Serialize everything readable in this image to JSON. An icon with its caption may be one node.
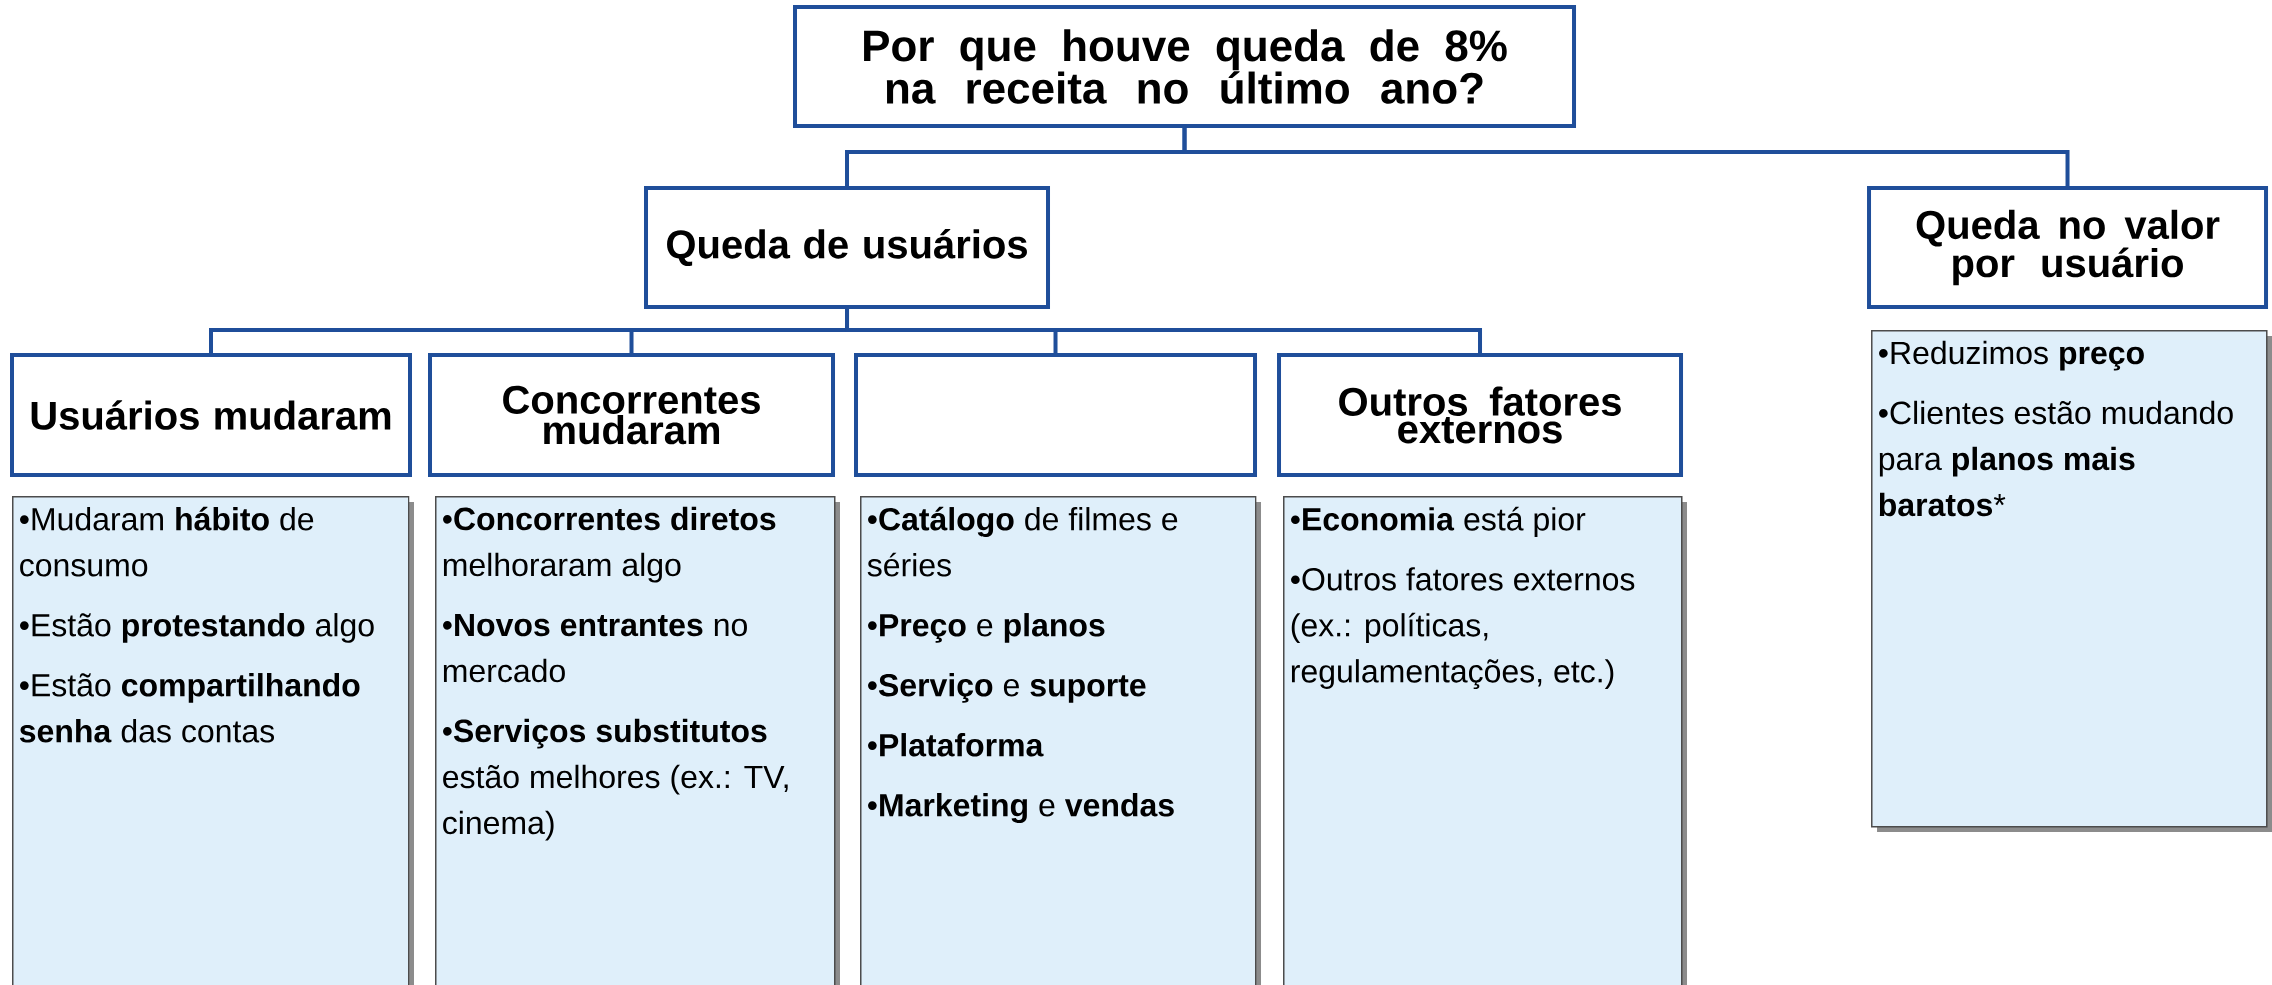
{
  "diagram": {
    "nodes": [
      {
        "text": [
          "Por que houve queda de 8% na receita no último ano?"
        ]
      },
      {
        "text": [
          "Queda de usuários"
        ]
      },
      {
        "text": [
          "Queda no valor por usuário"
        ]
      },
      {
        "text": [
          "Usuários mudaram"
        ]
      },
      {
        "text": [
          "Concorrentes mudaram"
        ]
      },
      {
        "text": [],
        "shape": "box"
      },
      {
        "text": [
          "Outros fatores externos"
        ]
      },
      {
        "text": [
          "•Mudaram **hábito** de consumo",
          "•Estão **protestando** algo",
          "•Estão **compartilhando senha** das contas"
        ]
      },
      {
        "text": [
          "•**Concorrentes diretos** melhoraram algo",
          "•**Novos entrantes** no mercado",
          "•**Serviços substitutos** estão melhores (ex.: TV, cinema)"
        ]
      },
      {
        "text": [
          "•**Catálogo** de filmes e séries",
          "•**Preço** e **planos**",
          "•**Serviço** e **suporte**",
          "•**Plataforma**",
          "•**Marketing** e **vendas**"
        ]
      },
      {
        "text": [
          "•**Economia** está pior",
          "•Outros fatores externos (ex.: políticas, regulamentações, etc.)"
        ]
      },
      {
        "text": [
          "•Reduzimos **preço**",
          "•Clientes estão mudando para **planos mais baratos***"
        ]
      }
    ],
    "edges": [
      {
        "from": 0,
        "to": 1,
        "arrow": "none"
      },
      {
        "from": 0,
        "to": 2,
        "arrow": "none"
      },
      {
        "from": 1,
        "to": 3,
        "arrow": "none"
      },
      {
        "from": 1,
        "to": 4,
        "arrow": "none"
      },
      {
        "from": 1,
        "to": 5,
        "arrow": "none"
      },
      {
        "from": 1,
        "to": 6,
        "arrow": "none"
      }
    ]
  }
}
